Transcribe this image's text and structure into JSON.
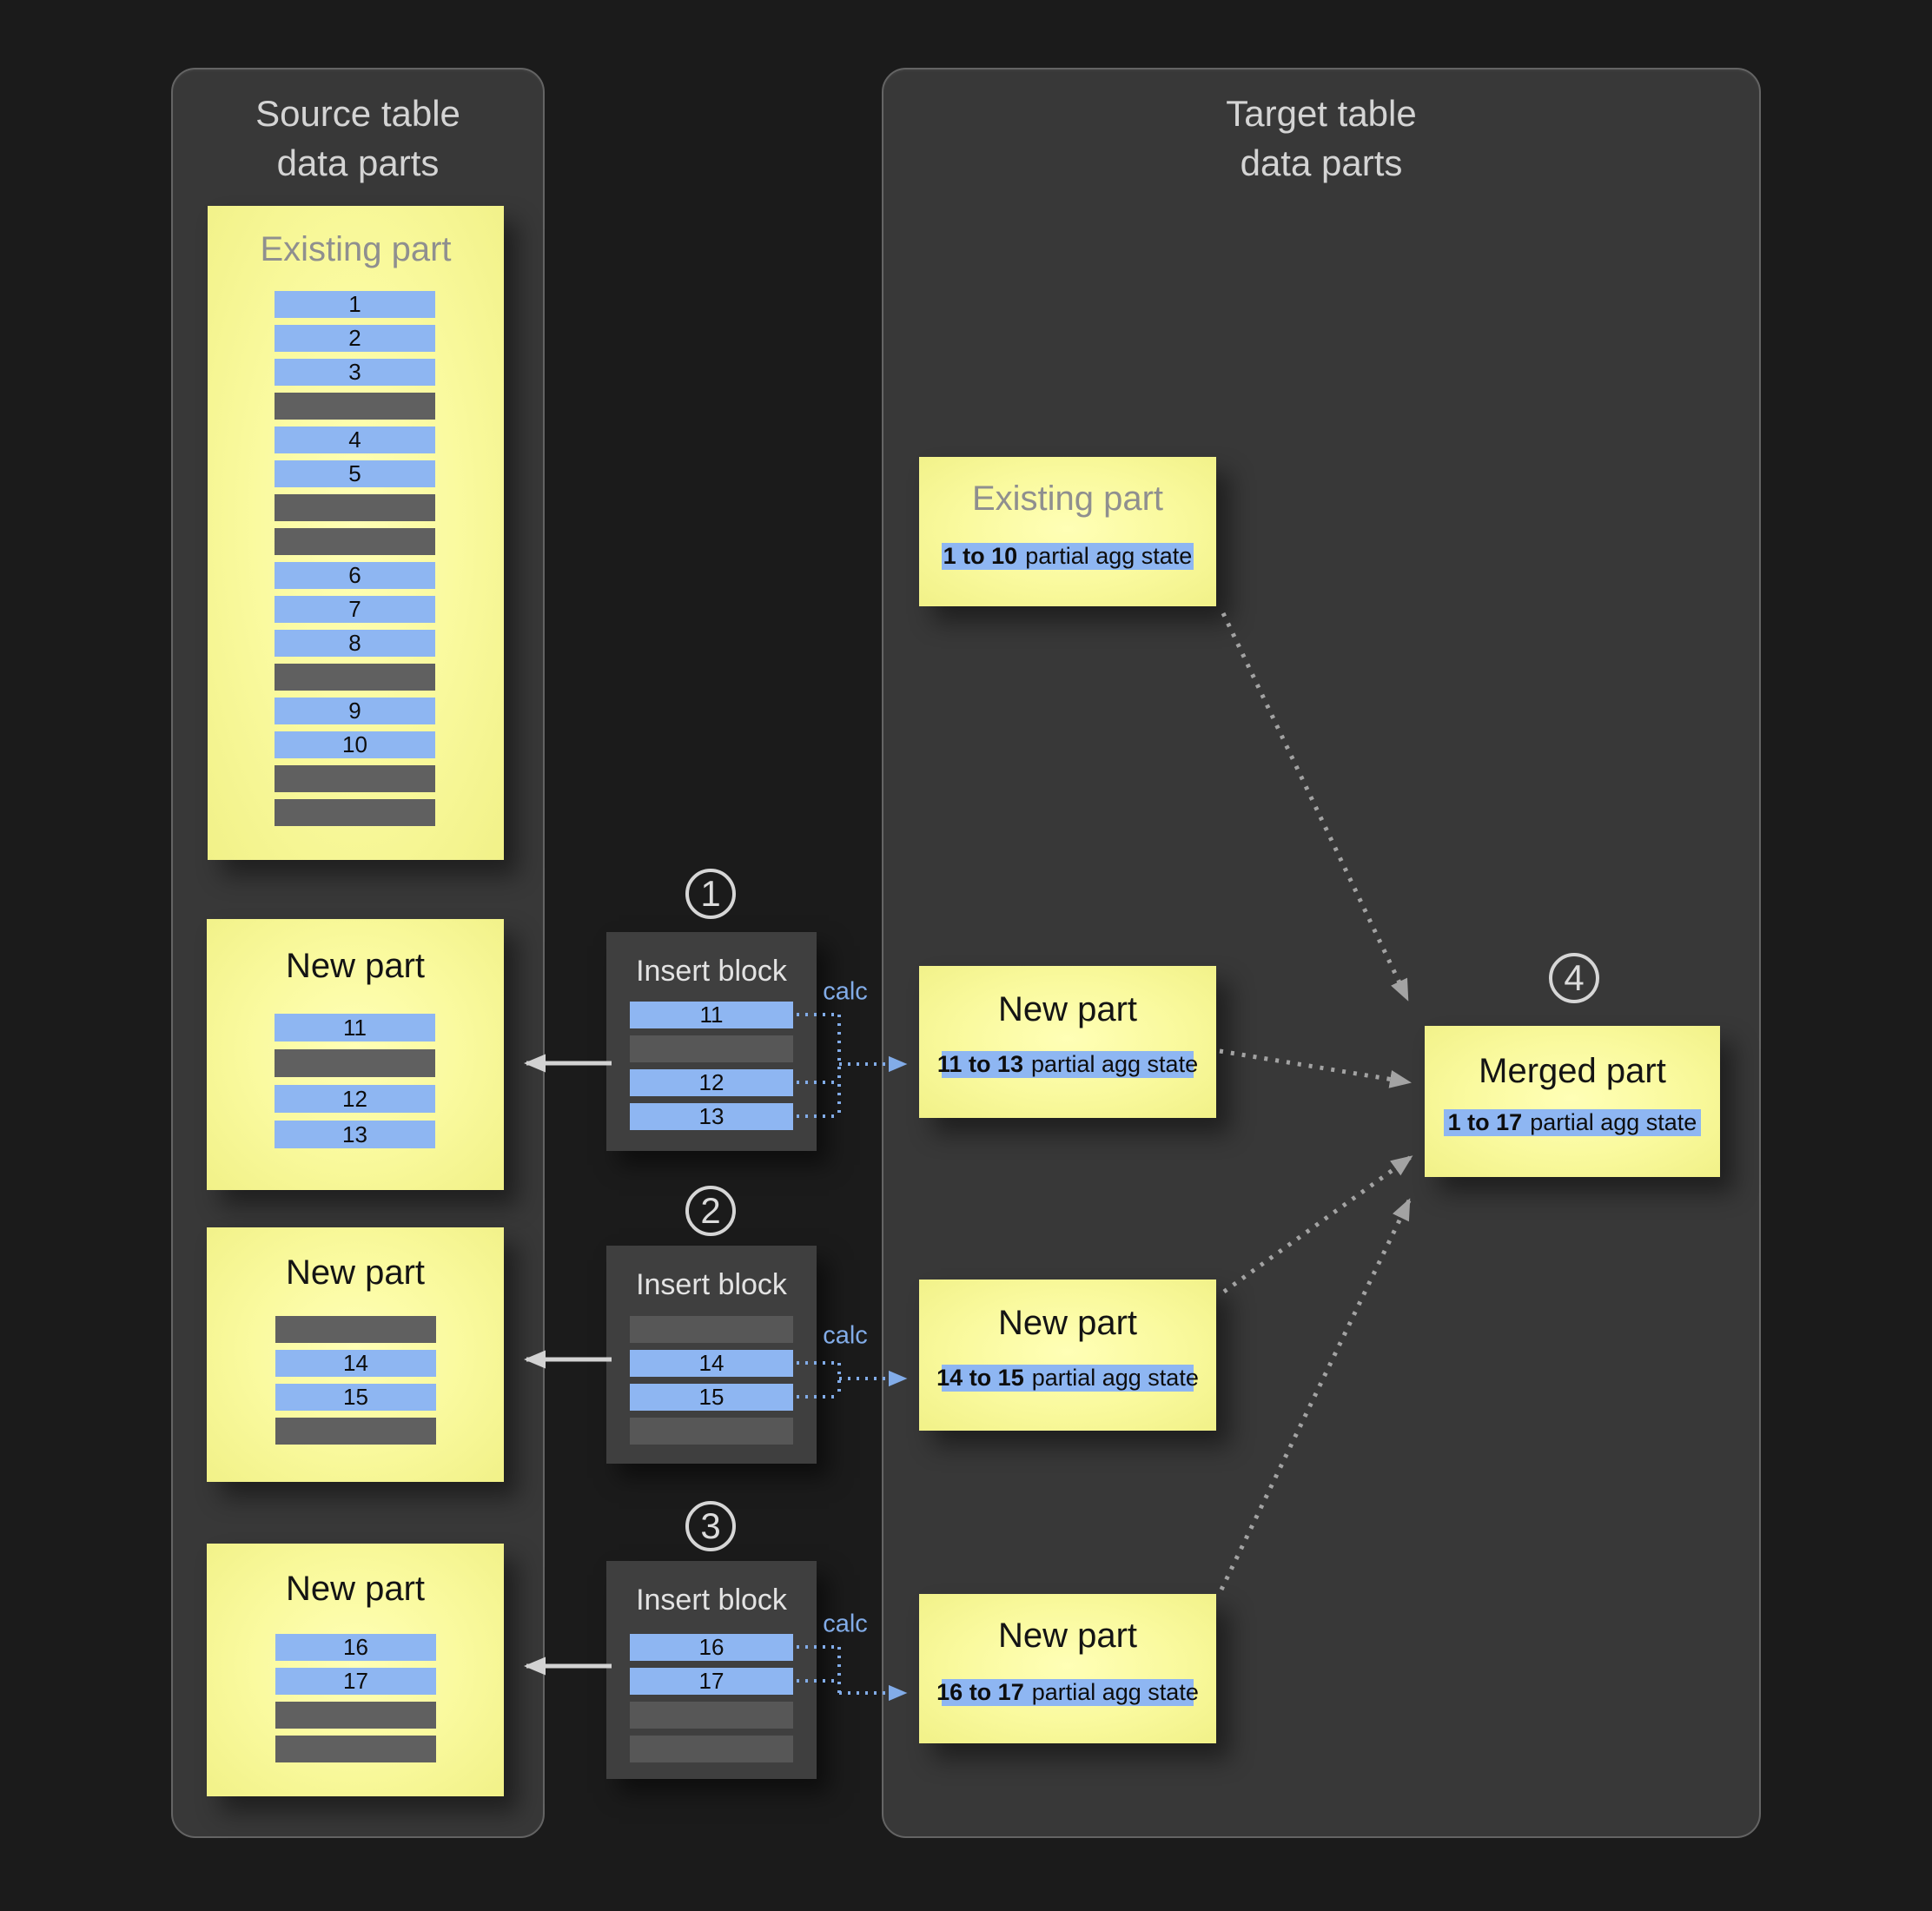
{
  "diagram": {
    "calc_label": "calc",
    "source_panel": {
      "title_line1": "Source table",
      "title_line2": "data parts",
      "existing_part": {
        "title": "Existing part",
        "rows": [
          "1",
          "2",
          "3",
          null,
          "4",
          "5",
          null,
          null,
          "6",
          "7",
          "8",
          null,
          "9",
          "10",
          null,
          null
        ]
      },
      "new_parts": [
        {
          "title": "New part",
          "rows": [
            "11",
            null,
            "12",
            "13"
          ]
        },
        {
          "title": "New part",
          "rows": [
            null,
            "14",
            "15",
            null
          ]
        },
        {
          "title": "New part",
          "rows": [
            "16",
            "17",
            null,
            null
          ]
        }
      ]
    },
    "insert_blocks": [
      {
        "step": "1",
        "title": "Insert block",
        "rows": [
          "11",
          null,
          "12",
          "13"
        ]
      },
      {
        "step": "2",
        "title": "Insert block",
        "rows": [
          null,
          "14",
          "15",
          null
        ]
      },
      {
        "step": "3",
        "title": "Insert block",
        "rows": [
          "16",
          "17",
          null,
          null
        ]
      }
    ],
    "target_panel": {
      "title_line1": "Target table",
      "title_line2": "data parts",
      "existing_part": {
        "title": "Existing part",
        "range": "1 to 10",
        "state_label": "partial agg state"
      },
      "new_parts": [
        {
          "title": "New part",
          "range": "11 to 13",
          "state_label": "partial agg state"
        },
        {
          "title": "New part",
          "range": "14 to 15",
          "state_label": "partial agg state"
        },
        {
          "title": "New part",
          "range": "16 to 17",
          "state_label": "partial agg state"
        }
      ],
      "merged_part": {
        "step": "4",
        "title": "Merged part",
        "range": "1 to 17",
        "state_label": "partial agg state"
      }
    }
  }
}
